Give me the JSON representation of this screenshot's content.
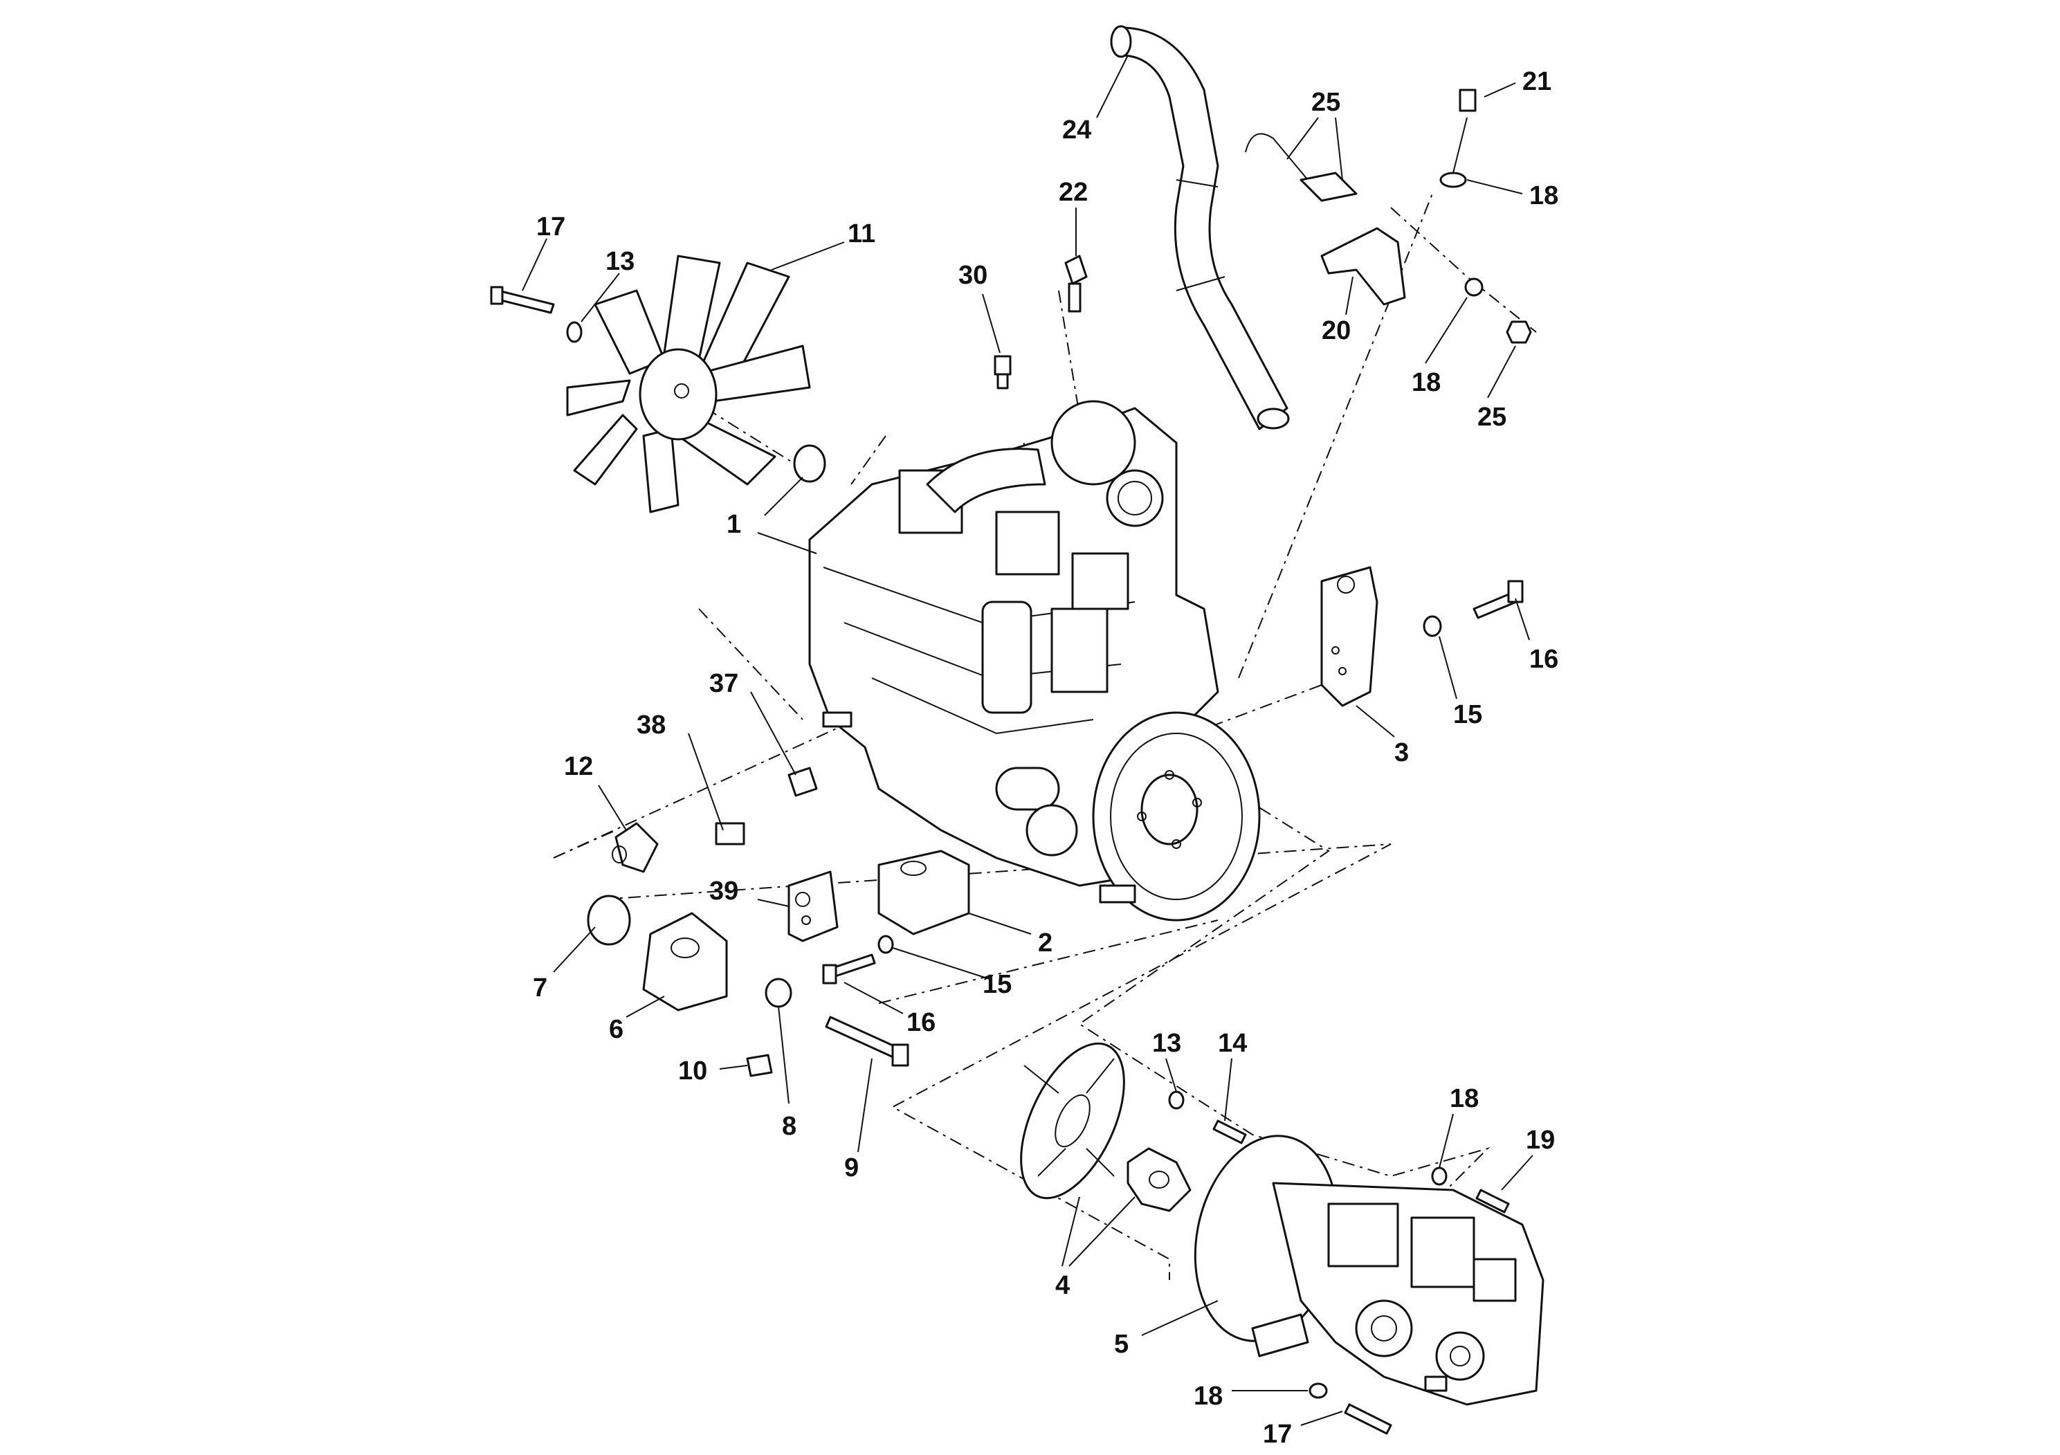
{
  "diagram": {
    "callouts": [
      {
        "id": "c-24",
        "text": "24"
      },
      {
        "id": "c-25a",
        "text": "25"
      },
      {
        "id": "c-21",
        "text": "21"
      },
      {
        "id": "c-18a",
        "text": "18"
      },
      {
        "id": "c-22",
        "text": "22"
      },
      {
        "id": "c-17a",
        "text": "17"
      },
      {
        "id": "c-11",
        "text": "11"
      },
      {
        "id": "c-13a",
        "text": "13"
      },
      {
        "id": "c-30",
        "text": "30"
      },
      {
        "id": "c-20",
        "text": "20"
      },
      {
        "id": "c-18b",
        "text": "18"
      },
      {
        "id": "c-25b",
        "text": "25"
      },
      {
        "id": "c-1",
        "text": "1"
      },
      {
        "id": "c-16a",
        "text": "16"
      },
      {
        "id": "c-15a",
        "text": "15"
      },
      {
        "id": "c-3",
        "text": "3"
      },
      {
        "id": "c-37",
        "text": "37"
      },
      {
        "id": "c-38",
        "text": "38"
      },
      {
        "id": "c-12",
        "text": "12"
      },
      {
        "id": "c-39",
        "text": "39"
      },
      {
        "id": "c-2",
        "text": "2"
      },
      {
        "id": "c-15b",
        "text": "15"
      },
      {
        "id": "c-16b",
        "text": "16"
      },
      {
        "id": "c-7",
        "text": "7"
      },
      {
        "id": "c-6",
        "text": "6"
      },
      {
        "id": "c-10",
        "text": "10"
      },
      {
        "id": "c-8",
        "text": "8"
      },
      {
        "id": "c-9",
        "text": "9"
      },
      {
        "id": "c-13b",
        "text": "13"
      },
      {
        "id": "c-14",
        "text": "14"
      },
      {
        "id": "c-18c",
        "text": "18"
      },
      {
        "id": "c-19",
        "text": "19"
      },
      {
        "id": "c-4",
        "text": "4"
      },
      {
        "id": "c-5",
        "text": "5"
      },
      {
        "id": "c-18d",
        "text": "18"
      },
      {
        "id": "c-17b",
        "text": "17"
      }
    ]
  }
}
